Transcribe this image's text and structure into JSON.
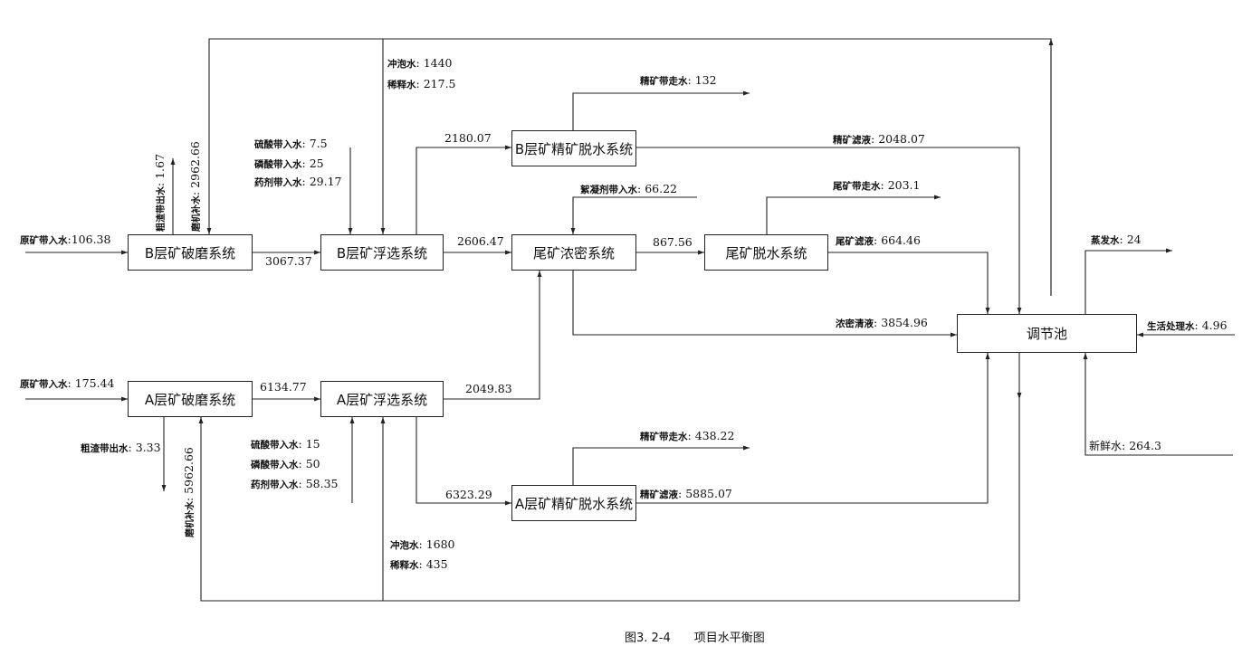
{
  "caption": {
    "number": "图3. 2-4",
    "title": "项目水平衡图"
  },
  "boxes": {
    "b_grind": "B层矿破磨系统",
    "b_float": "B层矿浮选系统",
    "b_conc": "B层矿精矿脱水系统",
    "tail_thick": "尾矿浓密系统",
    "tail_dewater": "尾矿脱水系统",
    "pool": "调节池",
    "a_grind": "A层矿破磨系统",
    "a_float": "A层矿浮选系统",
    "a_conc": "A层矿精矿脱水系统"
  },
  "labels": {
    "b_raw": {
      "name": "原矿带入水",
      "value": "106.38"
    },
    "b_grind_to_float": {
      "value": "3067.37"
    },
    "b_coarse_out": {
      "name": "粗渣带出水",
      "value": "1.67"
    },
    "b_mill_add": {
      "name": "磨机补水",
      "value": "2962.66"
    },
    "b_flush": {
      "name": "冲泡水",
      "value": "1440"
    },
    "b_dilute": {
      "name": "稀释水",
      "value": "217.5"
    },
    "b_h2so4": {
      "name": "硫酸带入水",
      "value": "7.5"
    },
    "b_h3po4": {
      "name": "磷酸带入水",
      "value": "25"
    },
    "b_reagent": {
      "name": "药剂带入水",
      "value": "29.17"
    },
    "b_float_to_conc": {
      "value": "2180.07"
    },
    "b_float_to_thick": {
      "value": "2606.47"
    },
    "b_conc_out": {
      "name": "精矿带走水",
      "value": "132"
    },
    "b_conc_filtrate": {
      "name": "精矿滤液",
      "value": "2048.07"
    },
    "flocculant": {
      "name": "絮凝剂带入水",
      "value": "66.22"
    },
    "thick_to_dewater": {
      "value": "867.56"
    },
    "tail_out": {
      "name": "尾矿带走水",
      "value": "203.1"
    },
    "tail_filtrate": {
      "name": "尾矿滤液",
      "value": "664.46"
    },
    "thick_overflow": {
      "name": "浓密清液",
      "value": "3854.96"
    },
    "evaporation": {
      "name": "蒸发水",
      "value": "24"
    },
    "domestic": {
      "name": "生活处理水",
      "value": "4.96"
    },
    "fresh": {
      "name": "新鲜水",
      "value": "264.3"
    },
    "a_raw": {
      "name": "原矿带入水",
      "value": "175.44"
    },
    "a_grind_to_float": {
      "value": "6134.77"
    },
    "a_float_to_thick": {
      "value": "2049.83"
    },
    "a_coarse_out": {
      "name": "粗渣带出水",
      "value": "3.33"
    },
    "a_mill_add": {
      "name": "磨机补水",
      "value": "5962.66"
    },
    "a_h2so4": {
      "name": "硫酸带入水",
      "value": "15"
    },
    "a_h3po4": {
      "name": "磷酸带入水",
      "value": "50"
    },
    "a_reagent": {
      "name": "药剂带入水",
      "value": "58.35"
    },
    "a_float_to_conc": {
      "value": "6323.29"
    },
    "a_conc_out": {
      "name": "精矿带走水",
      "value": "438.22"
    },
    "a_conc_filtrate": {
      "name": "精矿滤液",
      "value": "5885.07"
    },
    "a_flush": {
      "name": "冲泡水",
      "value": "1680"
    },
    "a_dilute": {
      "name": "稀释水",
      "value": "435"
    }
  }
}
